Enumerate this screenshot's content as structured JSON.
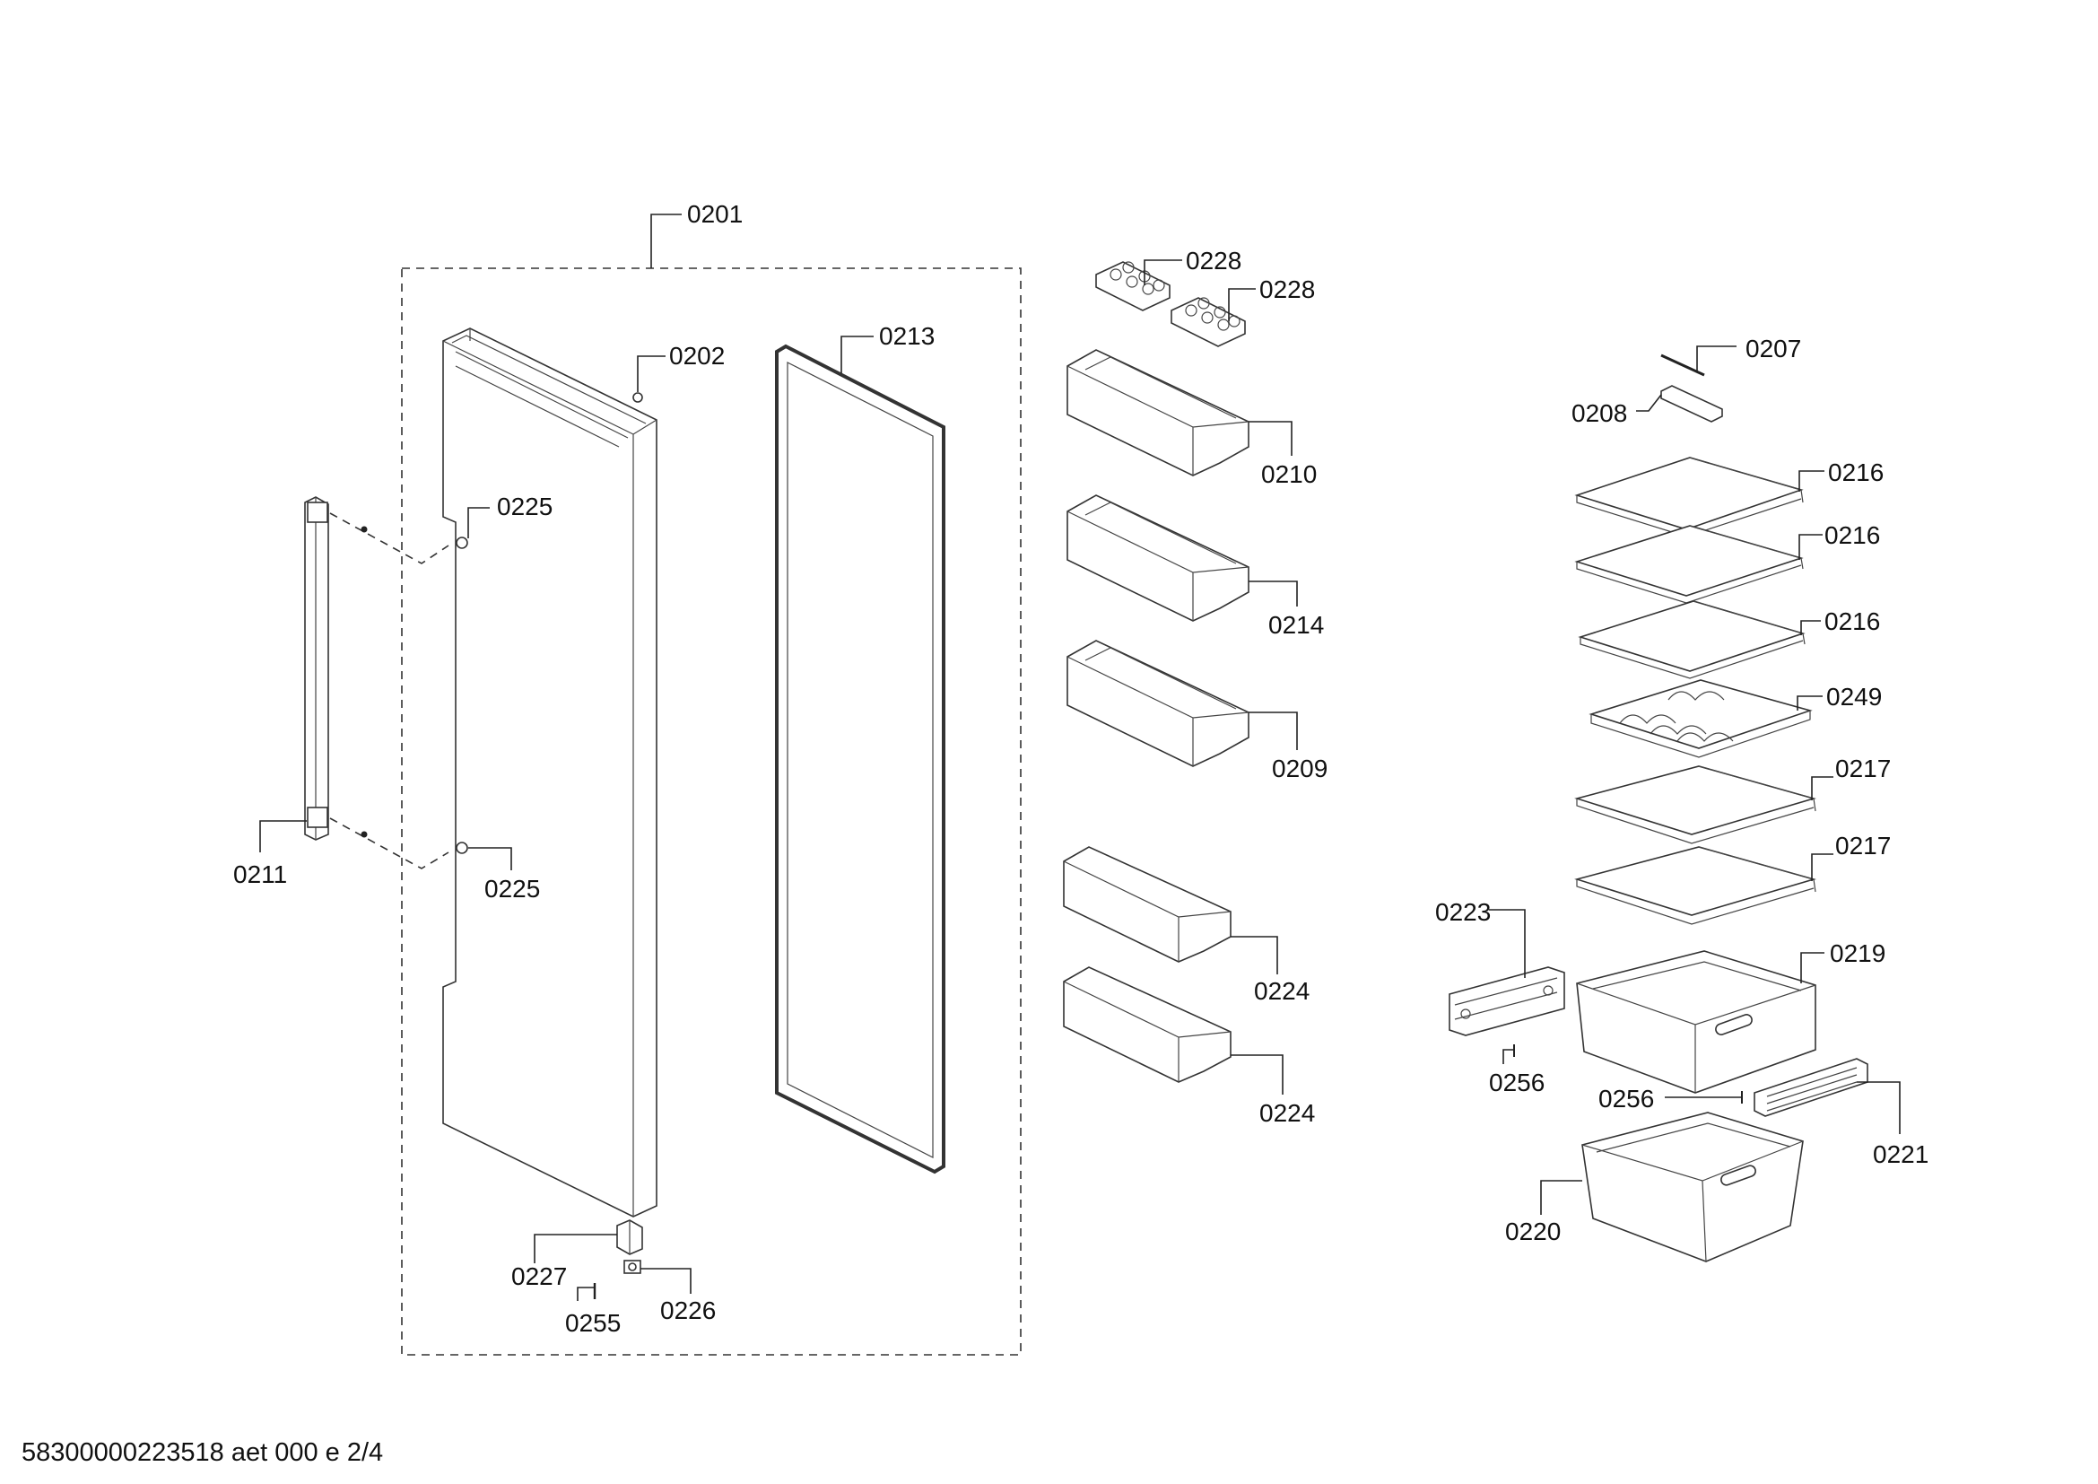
{
  "labels": {
    "l0201": "0201",
    "l0202": "0202",
    "l0213": "0213",
    "l0225a": "0225",
    "l0225b": "0225",
    "l0211": "0211",
    "l0227": "0227",
    "l0255": "0255",
    "l0226": "0226",
    "l0228a": "0228",
    "l0228b": "0228",
    "l0210": "0210",
    "l0214": "0214",
    "l0209": "0209",
    "l0224a": "0224",
    "l0224b": "0224",
    "l0207": "0207",
    "l0208": "0208",
    "l0216a": "0216",
    "l0216b": "0216",
    "l0216c": "0216",
    "l0249": "0249",
    "l0217a": "0217",
    "l0217b": "0217",
    "l0223": "0223",
    "l0219": "0219",
    "l0256a": "0256",
    "l0256b": "0256",
    "l0221": "0221",
    "l0220": "0220"
  },
  "footer": {
    "document_id": "58300000223518 aet 000 e 2/4"
  }
}
